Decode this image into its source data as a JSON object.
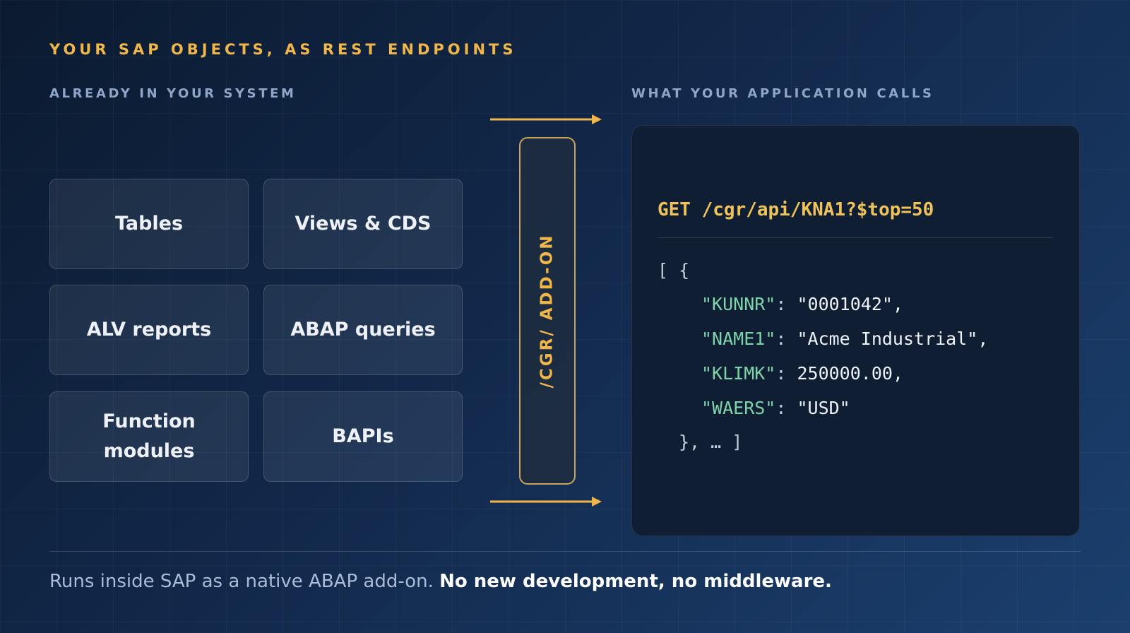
{
  "header": {
    "eyebrow": "YOUR SAP OBJECTS, AS REST ENDPOINTS",
    "left_label": "ALREADY IN YOUR SYSTEM",
    "right_label": "WHAT YOUR APPLICATION CALLS"
  },
  "objects": [
    "Tables",
    "Views & CDS",
    "ALV reports",
    "ABAP queries",
    "Function modules",
    "BAPIs"
  ],
  "addon": {
    "label": "/CGR/ ADD-ON"
  },
  "code": {
    "request": "GET /cgr/api/KNA1?$top=50",
    "open": "[ {",
    "fields": [
      {
        "key": "\"KUNNR\"",
        "value": "\"0001042\","
      },
      {
        "key": "\"NAME1\"",
        "value": "\"Acme Industrial\","
      },
      {
        "key": "\"KLIMK\"",
        "value": "250000.00,"
      },
      {
        "key": "\"WAERS\"",
        "value": "\"USD\""
      }
    ],
    "close": "}, … ]"
  },
  "footer": {
    "text": "Runs inside SAP as a native ABAP add-on.",
    "emphasis": "No new development, no middleware."
  },
  "colors": {
    "accent": "#f0b64a",
    "json_key": "#7ed3a8",
    "label": "#8fa6c8"
  }
}
